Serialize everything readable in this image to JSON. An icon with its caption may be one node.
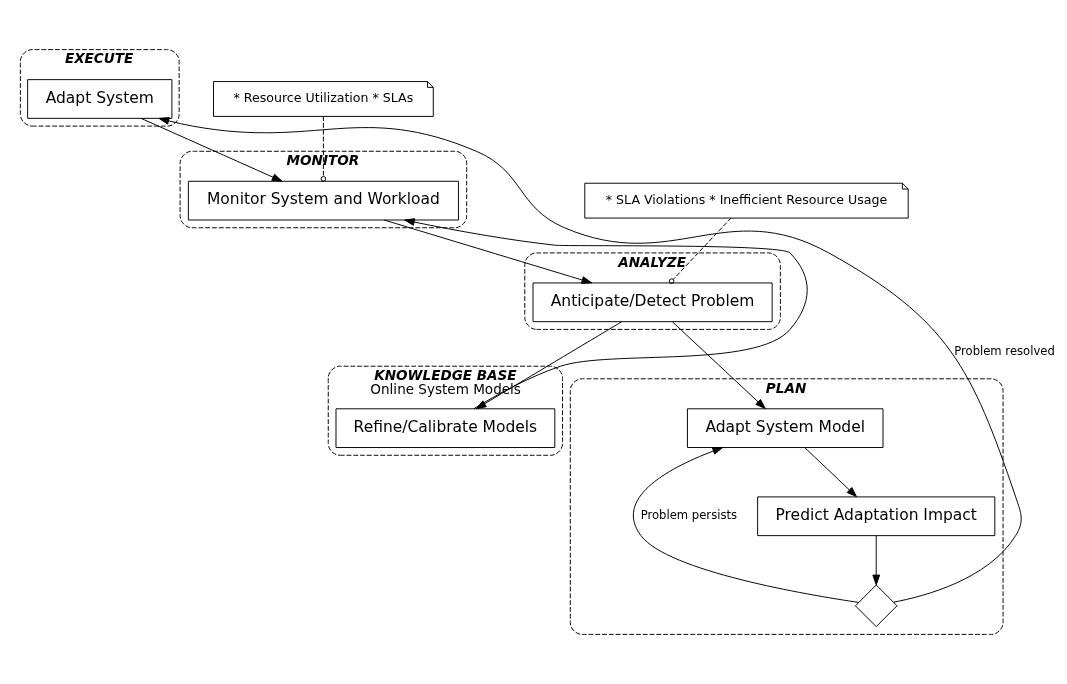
{
  "diagram": {
    "nodes": [
      {
        "text": [
          "MONITOR"
        ]
      },
      {
        "text": [
          "Monitor System and Workload"
        ],
        "in": 0
      },
      {
        "text": [
          "EXECUTE"
        ]
      },
      {
        "text": [
          "Adapt System"
        ],
        "in": 2
      },
      {
        "text": [
          "ANALYZE"
        ]
      },
      {
        "text": [
          "Anticipate/Detect Problem"
        ],
        "in": 4
      },
      {
        "text": [
          "KNOWLEDGE BASE",
          "Online System Models"
        ]
      },
      {
        "text": [
          "Refine/Calibrate Models"
        ],
        "in": 6
      },
      {
        "text": [
          "PLAN"
        ]
      },
      {
        "text": [],
        "shape": "diamond",
        "in": 8
      },
      {
        "text": [
          "Predict Adaptation Impact"
        ],
        "in": 8
      },
      {
        "text": [
          "Adapt System Model"
        ],
        "in": 8
      },
      {
        "text": [
          "* Resource Utilization * SLAs"
        ]
      },
      {
        "text": [
          "* SLA Violations * Inefficient Resource Usage"
        ]
      }
    ],
    "edges": [
      {
        "from": 3,
        "to": 1,
        "arrow": "to"
      },
      {
        "from": 1,
        "to": 5,
        "arrow": "to"
      },
      {
        "from": 7,
        "to": 1,
        "arrow": "to"
      },
      {
        "from": 5,
        "to": 7,
        "arrow": "to"
      },
      {
        "from": 5,
        "to": 11,
        "arrow": "to"
      },
      {
        "from": 11,
        "to": 10,
        "arrow": "to"
      },
      {
        "from": 10,
        "to": 9,
        "arrow": "to"
      },
      {
        "from": 9,
        "to": 3,
        "arrow": "to",
        "label": "Problem resolved"
      },
      {
        "from": 9,
        "to": 11,
        "arrow": "to",
        "label": "Problem persists"
      },
      {
        "from": 12,
        "to": 1,
        "arrow": "other",
        "style": "dashed"
      },
      {
        "from": 13,
        "to": 5,
        "arrow": "other",
        "style": "dashed"
      }
    ]
  }
}
